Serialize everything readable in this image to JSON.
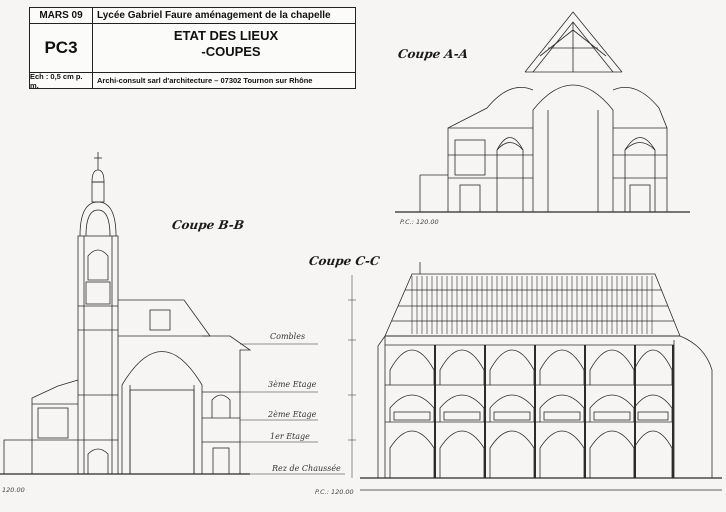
{
  "cartouche": {
    "date": "MARS 09",
    "project": "Lycée Gabriel Faure aménagement de la chapelle",
    "code": "PC3",
    "description_line1": "ETAT DES LIEUX",
    "description_line2": "-COUPES",
    "scale": "Ech : 0,5 cm p. m.",
    "architect": "Archi-consult sarl d'architecture – 07302 Tournon sur Rhône"
  },
  "sections": {
    "a": {
      "title": "Coupe A-A",
      "ground_ref": "P.C.: 120.00"
    },
    "b": {
      "title": "Coupe B-B",
      "ground_ref": "120.00"
    },
    "c": {
      "title": "Coupe C-C",
      "ground_ref": "P.C.: 120.00"
    }
  },
  "levels": [
    "Combles",
    "3ème Etage",
    "2ème Etage",
    "1er Etage",
    "Rez de Chaussée"
  ],
  "colors": {
    "line": "#2b2b2b",
    "paper": "#f6f5f3"
  }
}
